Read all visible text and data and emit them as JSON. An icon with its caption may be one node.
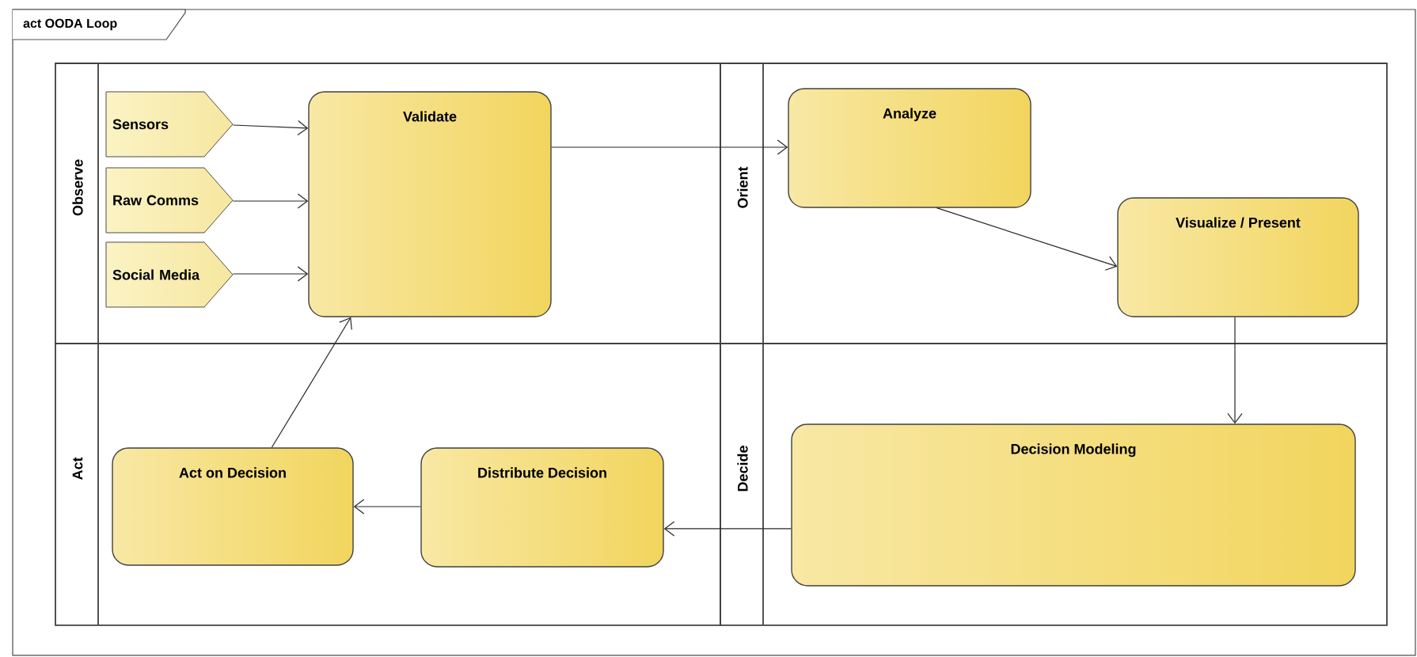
{
  "diagram": {
    "nodes": [
      {
        "text": [
          "act OODA Loop"
        ]
      },
      {
        "text": [
          "Observe"
        ],
        "in": 0
      },
      {
        "text": [
          "Sensors"
        ],
        "in": 1
      },
      {
        "text": [
          "Raw Comms"
        ],
        "in": 1
      },
      {
        "text": [
          "Social Media"
        ],
        "in": 1
      },
      {
        "text": [
          "Validate"
        ],
        "in": 1
      },
      {
        "text": [
          "Orient"
        ],
        "in": 0
      },
      {
        "text": [
          "Analyze"
        ],
        "in": 6
      },
      {
        "text": [
          "Visualize / Present"
        ],
        "in": 6
      },
      {
        "text": [
          "Act"
        ],
        "in": 0
      },
      {
        "text": [
          "Act on Decision"
        ],
        "in": 9
      },
      {
        "text": [
          "Distribute Decision"
        ],
        "in": 9
      },
      {
        "text": [
          "Decide"
        ],
        "in": 0
      },
      {
        "text": [
          "Decision Modeling"
        ],
        "in": 12
      }
    ],
    "edges": [
      {
        "from": 2,
        "to": 5,
        "arrow": "to"
      },
      {
        "from": 3,
        "to": 5,
        "arrow": "to"
      },
      {
        "from": 4,
        "to": 5,
        "arrow": "to"
      },
      {
        "from": 5,
        "to": 7,
        "arrow": "to"
      },
      {
        "from": 7,
        "to": 8,
        "arrow": "to"
      },
      {
        "from": 8,
        "to": 13,
        "arrow": "to"
      },
      {
        "from": 13,
        "to": 11,
        "arrow": "to"
      },
      {
        "from": 11,
        "to": 10,
        "arrow": "to"
      },
      {
        "from": 10,
        "to": 5,
        "arrow": "to"
      }
    ]
  }
}
